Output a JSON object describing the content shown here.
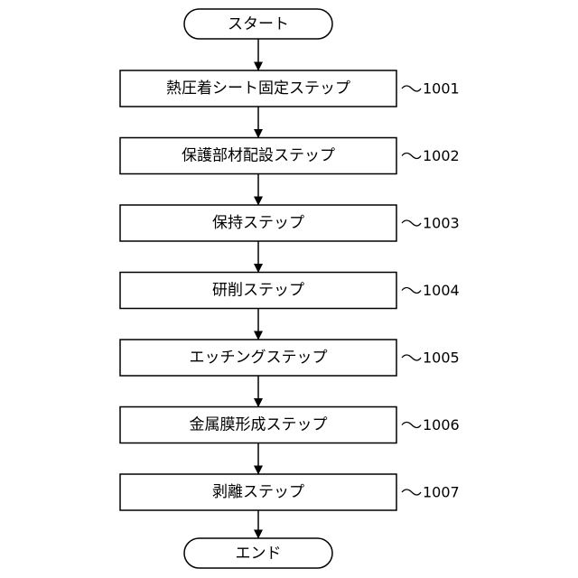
{
  "flowchart": {
    "start_label": "スタート",
    "end_label": "エンド",
    "steps": [
      {
        "label": "熱圧着シート固定ステップ",
        "ref": "1001"
      },
      {
        "label": "保護部材配設ステップ",
        "ref": "1002"
      },
      {
        "label": "保持ステップ",
        "ref": "1003"
      },
      {
        "label": "研削ステップ",
        "ref": "1004"
      },
      {
        "label": "エッチングステップ",
        "ref": "1005"
      },
      {
        "label": "金属膜形成ステップ",
        "ref": "1006"
      },
      {
        "label": "剥離ステップ",
        "ref": "1007"
      }
    ]
  }
}
